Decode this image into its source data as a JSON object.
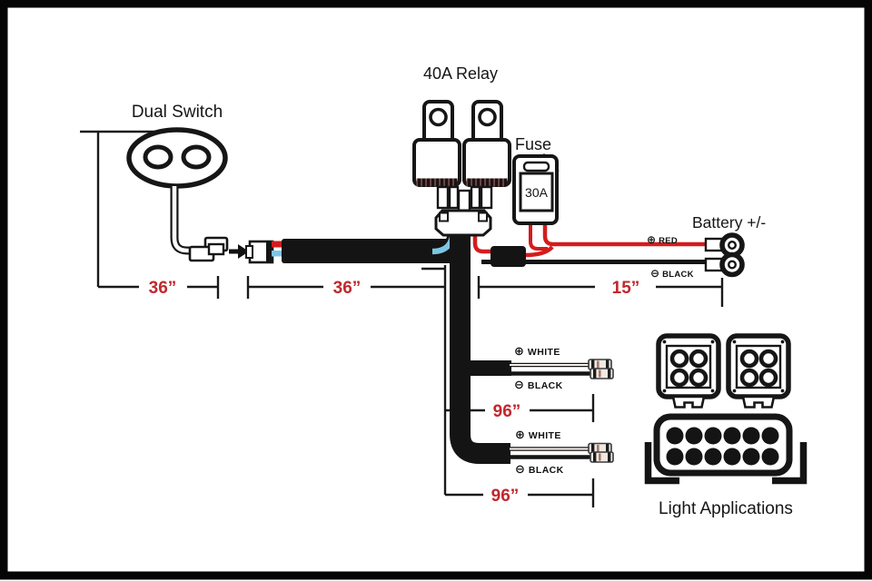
{
  "labels": {
    "dual_switch": "Dual Switch",
    "relay": "40A Relay",
    "fuse": "Fuse",
    "fuse_rating": "30A",
    "battery": "Battery +/-",
    "light_applications": "Light Applications"
  },
  "dimensions": {
    "switch_lead": "36”",
    "harness_main": "36”",
    "battery_lead": "15”",
    "light_lead_1": "96”",
    "light_lead_2": "96”"
  },
  "wire_labels": {
    "battery_positive_symbol": "⊕",
    "battery_positive": "RED",
    "battery_negative_symbol": "⊖",
    "battery_negative": "BLACK",
    "light1_positive_symbol": "⊕",
    "light1_positive": "WHITE",
    "light1_negative_symbol": "⊖",
    "light1_negative": "BLACK",
    "light2_positive_symbol": "⊕",
    "light2_positive": "WHITE",
    "light2_negative_symbol": "⊖",
    "light2_negative": "BLACK"
  },
  "colors": {
    "wire_red": "#d41c1c",
    "wire_blue": "#7cc6e4",
    "wire_black": "#141414",
    "dimension_text": "#c1272d"
  }
}
